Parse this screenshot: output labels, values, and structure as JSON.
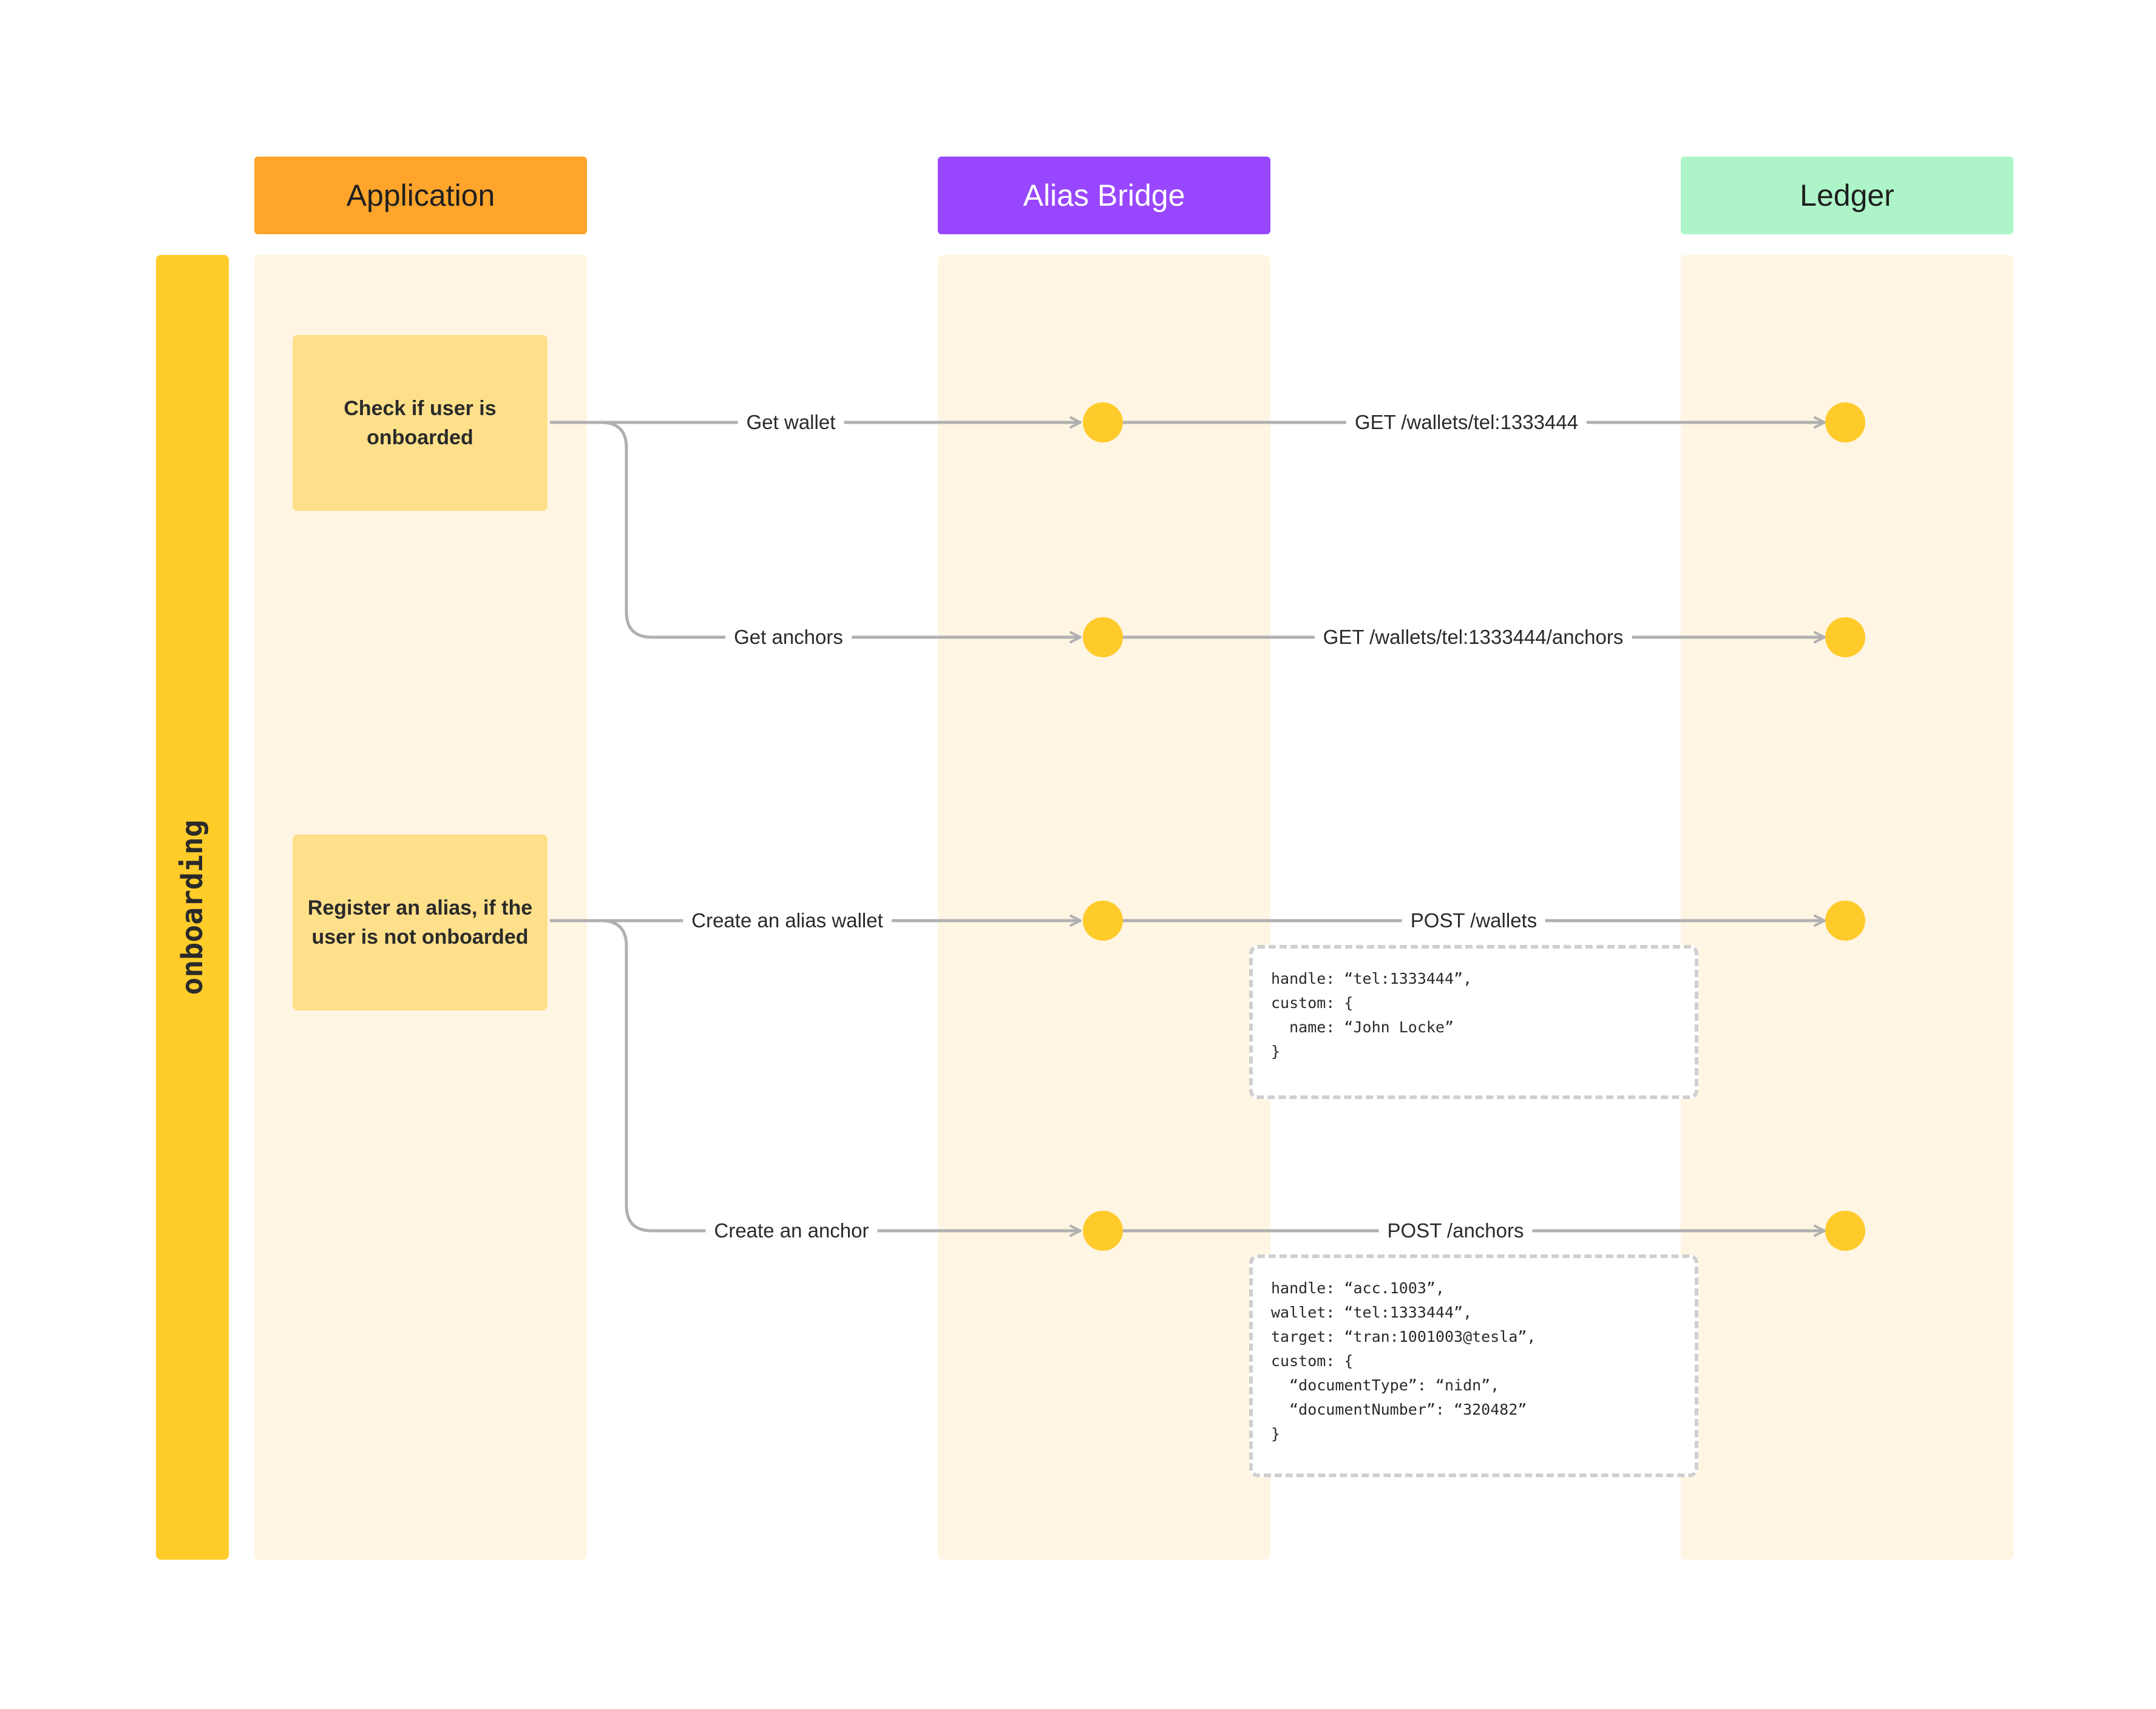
{
  "lanes": {
    "application": "Application",
    "alias_bridge": "Alias Bridge",
    "ledger": "Ledger"
  },
  "phase": "onboarding",
  "steps": {
    "check": "Check if user is onboarded",
    "register": "Register an alias, if the user is not onboarded"
  },
  "flows": {
    "get_wallet": {
      "label": "Get wallet",
      "request": "GET /wallets/tel:1333444"
    },
    "get_anchors": {
      "label": "Get anchors",
      "request": "GET /wallets/tel:1333444/anchors"
    },
    "create_wallet": {
      "label": "Create an alias wallet",
      "request": "POST /wallets",
      "body": "handle: “tel:1333444”,\ncustom: {\n  name: “John Locke”\n}"
    },
    "create_anchor": {
      "label": "Create an anchor",
      "request": "POST /anchors",
      "body": "handle: “acc.1003”,\nwallet: “tel:1333444”,\ntarget: “tran:1001003@tesla”,\ncustom: {\n  “documentType”: “nidn”,\n  “documentNumber”: “320482”\n}"
    }
  },
  "colors": {
    "application_header": "#ffa52b",
    "alias_bridge_header": "#9847ff",
    "ledger_header": "#adf5c8",
    "lane_body": "#fff5e3",
    "phase_bar": "#ffcc2a",
    "step_box": "#ffe08a",
    "node": "#ffcb2b",
    "connector": "#b0b0b0"
  }
}
